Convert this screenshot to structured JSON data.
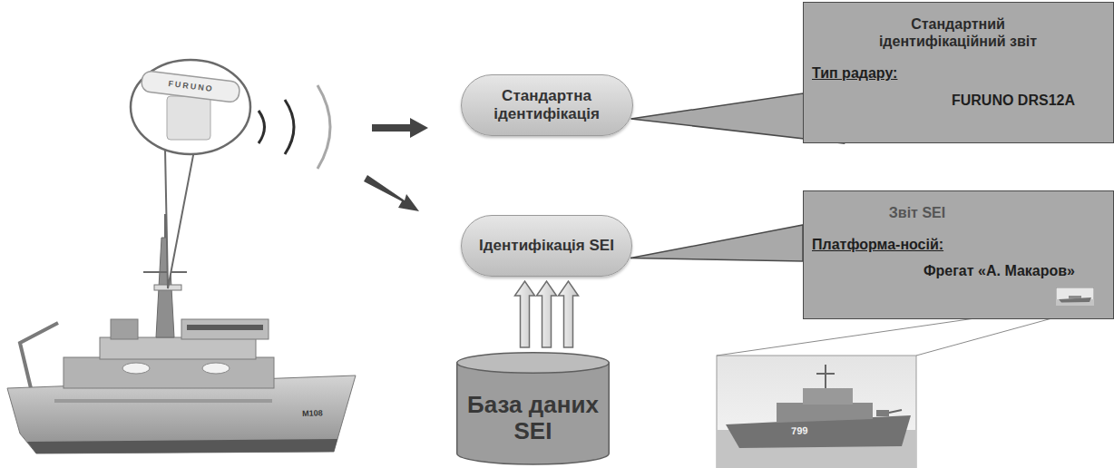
{
  "diagram": {
    "nodes": [
      {
        "text": [
          "Стандартна ідентифікація"
        ]
      },
      {
        "text": [
          "Стандартний ідентифікаційний звіт",
          "Тип радару:",
          "FURUNO DRS12A"
        ]
      },
      {
        "text": [
          "Ідентифікація SEI"
        ]
      },
      {
        "text": [
          "Звіт SEI",
          "Платформа-носій:",
          "Фрегат «А. Макаров»"
        ]
      },
      {
        "text": [
          "База даних SEI"
        ]
      }
    ],
    "edges": [
      {
        "from": 0,
        "to": 1,
        "arrow": "none"
      },
      {
        "from": 2,
        "to": 3,
        "arrow": "none"
      },
      {
        "from": 4,
        "to": 2,
        "arrow": "to"
      }
    ],
    "labels": [
      "FURUNO",
      "M108",
      "799"
    ]
  }
}
